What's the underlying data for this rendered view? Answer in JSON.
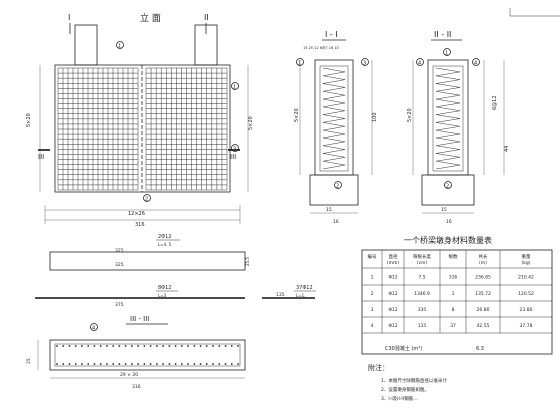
{
  "elevation": {
    "title": "立  面",
    "marker_I": "I",
    "marker_II": "II",
    "marker_III_left": "III",
    "marker_III_right": "III",
    "dim_top": "12×26",
    "dim_total": "316",
    "dim_left": "5×20",
    "dim_right": "5×20",
    "callout_1": "1",
    "callout_1b": "1",
    "callout_2": "2",
    "callout_3": "3"
  },
  "section_I": {
    "title": "I - I",
    "top_label": "15 25 12 6@7 16 10",
    "dim_bottom1": "15",
    "dim_bottom2": "16",
    "dim_left": "5×20",
    "dim_right": "100",
    "callout_top": "1",
    "callout_mid": "3",
    "callout_bottom": "2"
  },
  "section_II": {
    "title": "II - II",
    "callout_top_left": "4",
    "callout_top_mid": "1",
    "callout_top_right": "4",
    "callout_bottom": "2",
    "dim_left": "5×20",
    "dim_right1": "6@12",
    "dim_right2": "44",
    "dim_bottom1": "15",
    "dim_bottom2": "16"
  },
  "bar_2": {
    "label": "2Φ12",
    "sub": "L=4. 5",
    "len": "325",
    "end": "25.5"
  },
  "bar_3": {
    "label": "8Φ12",
    "sub": "L=3",
    "len": "375"
  },
  "bar_4": {
    "label": "37Φ12",
    "sub": "L=1.",
    "len": "135"
  },
  "section_III": {
    "title": "III - III",
    "callout": "4",
    "dim_left": "25",
    "dim_bottom": "29 × 20",
    "dim_total": "316"
  },
  "table": {
    "title": "一个桥梁墩身材料数量表",
    "headers": [
      "编号",
      "直径\n(mm)",
      "每根长度\n(cm)",
      "根数",
      "共长\n(m)",
      "重量\n(kg)"
    ],
    "rows": [
      [
        "1",
        "Φ12",
        "7.5",
        "316",
        "236.85",
        "210.42"
      ],
      [
        "2",
        "Φ12",
        "1346.9",
        "1",
        "135.72",
        "120.52"
      ],
      [
        "3",
        "Φ12",
        "335",
        "8",
        "26.80",
        "23.80"
      ],
      [
        "4",
        "Φ12",
        "115",
        "37",
        "42.55",
        "37.78"
      ]
    ],
    "footer": "C30混凝土 (m³)",
    "footer_val": "6.3"
  },
  "notes": {
    "title": "附注：",
    "items": [
      "1、本图尺寸除钢筋直径以毫米计",
      "2、设置墩身钢筋如图。",
      "3、I-I及II-II钢筋…"
    ]
  }
}
